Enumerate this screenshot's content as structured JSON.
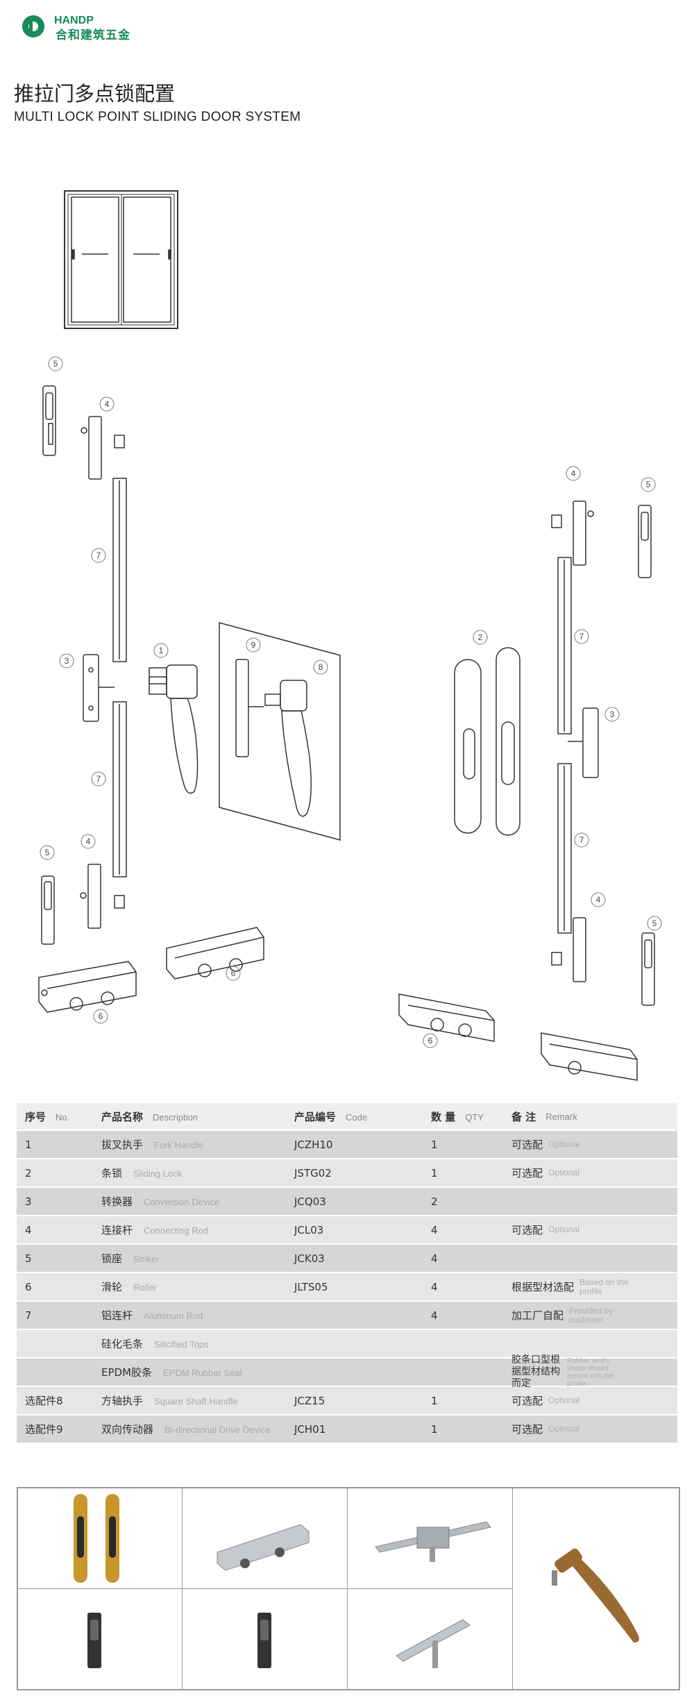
{
  "brand": {
    "name_cn": "合和建筑五金",
    "logo_letters": "HANDP",
    "accent": "#1a8a5a"
  },
  "title": {
    "cn": "推拉门多点锁配置",
    "en": "MULTI LOCK POINT SLIDING DOOR SYSTEM"
  },
  "callouts": {
    "c1": "1",
    "c2": "2",
    "c3": "3",
    "c4": "4",
    "c5": "5",
    "c6": "6",
    "c7": "7",
    "c8": "8",
    "c9": "9"
  },
  "table": {
    "header": {
      "no": "序号",
      "no_en": "No.",
      "name": "产品名称",
      "name_en": "Description",
      "code": "产品编号",
      "code_en": "Code",
      "qty": "数 量",
      "qty_en": "QTY",
      "remark": "备 注",
      "remark_en": "Remark"
    },
    "rows": [
      {
        "no": "1",
        "cn": "拔叉执手",
        "en": "Fork Handle",
        "code": "JCZH10",
        "qty": "1",
        "remark": "可选配",
        "remark_en": "Optional"
      },
      {
        "no": "2",
        "cn": "条锁",
        "en": "Sliding Lock",
        "code": "JSTG02",
        "qty": "1",
        "remark": "可选配",
        "remark_en": "Optional"
      },
      {
        "no": "3",
        "cn": "转换器",
        "en": "Conversion Device",
        "code": "JCQ03",
        "qty": "2",
        "remark": "",
        "remark_en": ""
      },
      {
        "no": "4",
        "cn": "连接杆",
        "en": "Connecting Rod",
        "code": "JCL03",
        "qty": "4",
        "remark": "可选配",
        "remark_en": "Optional"
      },
      {
        "no": "5",
        "cn": "锁座",
        "en": "Striker",
        "code": "JCK03",
        "qty": "4",
        "remark": "",
        "remark_en": ""
      },
      {
        "no": "6",
        "cn": "滑轮",
        "en": "Roller",
        "code": "JLTS05",
        "qty": "4",
        "remark": "根据型材选配",
        "remark_en": "Based on the profile"
      },
      {
        "no": "7",
        "cn": "铝连杆",
        "en": "Aluminum Rod",
        "code": "",
        "qty": "4",
        "remark": "加工厂自配",
        "remark_en": "Provided by customer"
      },
      {
        "no": "",
        "cn": "硅化毛条",
        "en": "Silicified Tops",
        "code": "",
        "qty": "",
        "remark": "",
        "remark_en": ""
      },
      {
        "no": "",
        "cn": "EPDM胶条",
        "en": "EPDM Rubber Seal",
        "code": "",
        "qty": "",
        "remark": "胶条口型根据型材结构而定",
        "remark_en": "Rubber seal's shape should accord with the profile."
      },
      {
        "no": "选配件8",
        "cn": "方轴执手",
        "en": "Square Shaft Handle",
        "code": "JCZ15",
        "qty": "1",
        "remark": "可选配",
        "remark_en": "Optional"
      },
      {
        "no": "选配件9",
        "cn": "双向传动器",
        "en": "Bi-directional Drive Device",
        "code": "JCH01",
        "qty": "1",
        "remark": "可选配",
        "remark_en": "Optional"
      }
    ]
  },
  "photos": {
    "items": [
      "sliding-lock-photo",
      "roller-photo",
      "drive-device-photo",
      "handle-photo",
      "striker-photo",
      "striker-photo-2",
      "conversion-device-photo"
    ],
    "colors": {
      "gold": "#c9962c",
      "dark": "#333333",
      "silver": "#b8bcc0",
      "bronze": "#9a6a33"
    }
  }
}
